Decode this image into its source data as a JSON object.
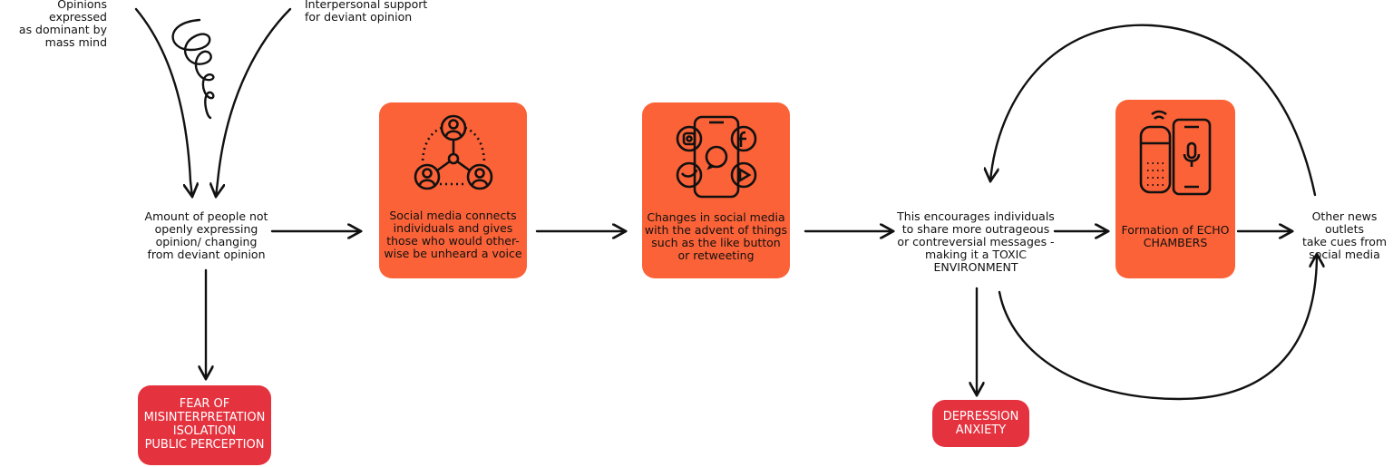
{
  "funnel": {
    "left_label": "Opinions expressed\nas dominant by\nmass mind",
    "right_label": "Interpersonal support\nfor deviant opinion"
  },
  "nodes": {
    "silence": "Amount of people not\nopenly expressing\nopinion/ changing\nfrom deviant opinion",
    "social_media": "Social media connects\nindividuals and gives\nthose who would other-\nwise be unheard a voice",
    "changes": "Changes in social media\nwith the advent of things\nsuch as the like button\nor retweeting",
    "toxic": "This encourages individuals\nto share more outrageous\nor contreversial messages -\nmaking it a TOXIC\nENVIRONMENT",
    "echo": "Formation of ECHO\nCHAMBERS",
    "news": "Other news outlets\ntake cues from\nsocial media"
  },
  "outcomes": {
    "fear": "FEAR OF\nMISINTERPRETATION\nISOLATION\nPUBLIC PERCEPTION",
    "depression": "DEPRESSION\nANXIETY"
  },
  "icons": {
    "network": "people-network-icon",
    "social": "social-media-phone-icon",
    "echo": "smart-speaker-phone-icon"
  },
  "colors": {
    "orange": "#fb6237",
    "red": "#e5323f"
  }
}
